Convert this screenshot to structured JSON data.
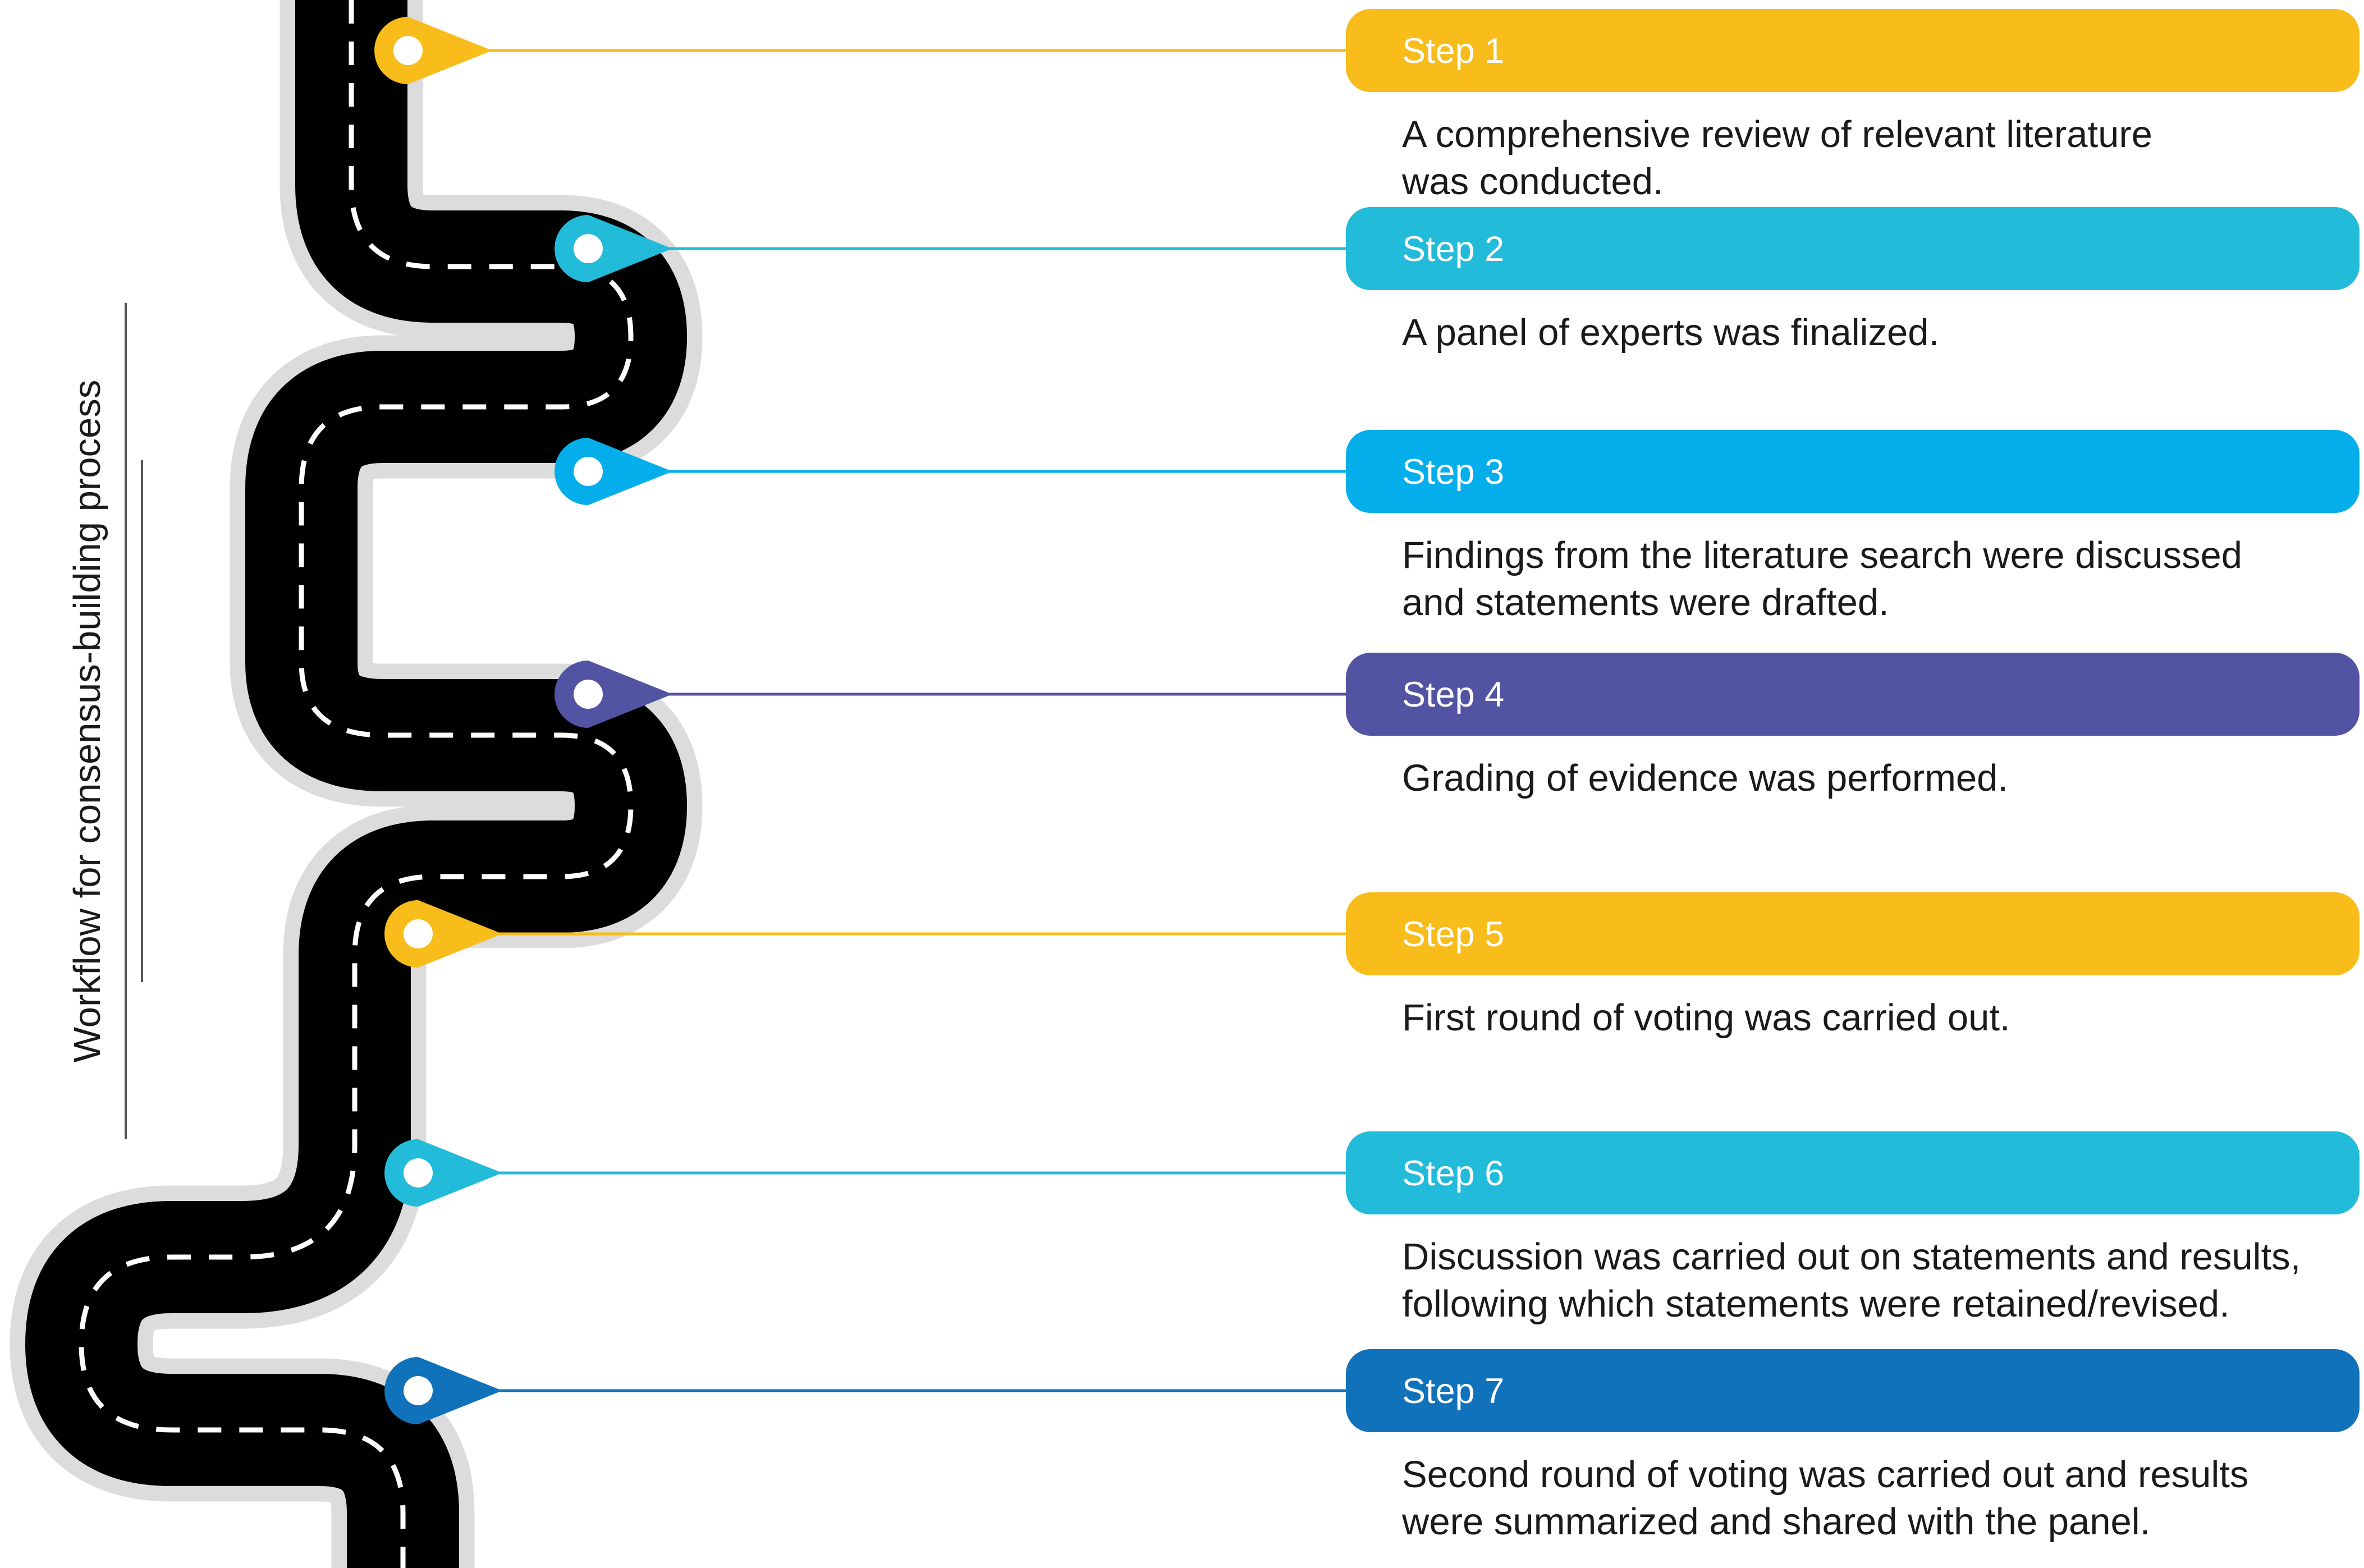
{
  "title": "Workflow for consensus-building process",
  "colors": {
    "road": "#000000",
    "road_edge": "#dcdcdc",
    "lane": "#ffffff",
    "yellow": "#f8bc1b",
    "cyan": "#22bbd9",
    "sky": "#03aeea",
    "purple": "#5353a3",
    "blue": "#1072ba"
  },
  "steps": [
    {
      "label": "Step 1",
      "color": "#f8bc1b",
      "text": [
        "A comprehensive review of relevant literature",
        "was conducted."
      ]
    },
    {
      "label": "Step 2",
      "color": "#22bbd9",
      "text": [
        "A panel of experts was finalized."
      ]
    },
    {
      "label": "Step 3",
      "color": "#03aeea",
      "text": [
        "Findings from the literature search were discussed",
        "and statements were drafted."
      ]
    },
    {
      "label": "Step 4",
      "color": "#5353a3",
      "text": [
        "Grading of evidence was performed."
      ]
    },
    {
      "label": "Step 5",
      "color": "#f8bc1b",
      "text": [
        "First round of voting was carried out."
      ]
    },
    {
      "label": "Step 6",
      "color": "#22bbd9",
      "text": [
        "Discussion was carried out on statements and results,",
        "following which statements were retained/revised."
      ]
    },
    {
      "label": "Step 7",
      "color": "#1072ba",
      "text": [
        "Second round of voting was carried out and results",
        "were summarized and shared with the panel."
      ]
    }
  ]
}
